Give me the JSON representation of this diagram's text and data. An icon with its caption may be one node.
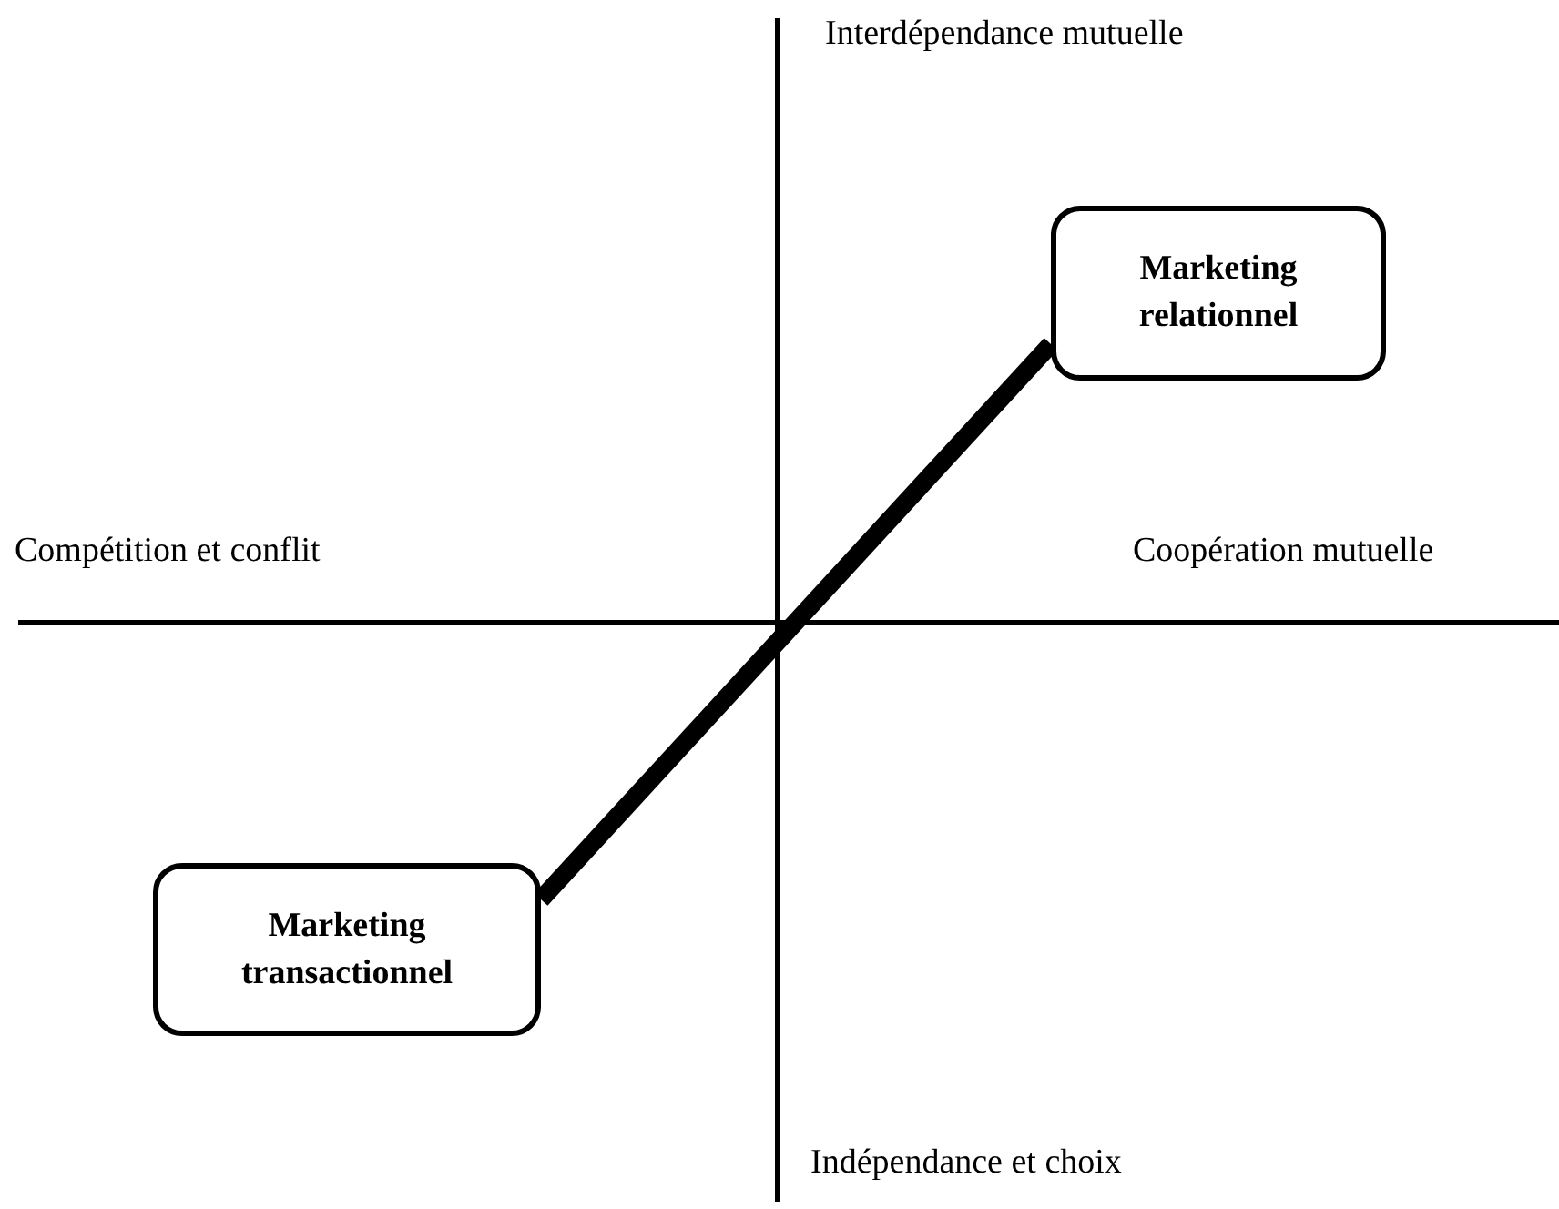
{
  "diagram": {
    "nodes": [
      {
        "text": [
          "Marketing relationnel"
        ]
      },
      {
        "text": [
          "Marketing transactionnel"
        ]
      }
    ],
    "edges": [
      {
        "from": 1,
        "to": 0,
        "arrow": "none"
      }
    ],
    "labels": [
      "Interdépendance mutuelle",
      "Compétition et conflit",
      "Coopération mutuelle",
      "Indépendance et choix"
    ]
  }
}
